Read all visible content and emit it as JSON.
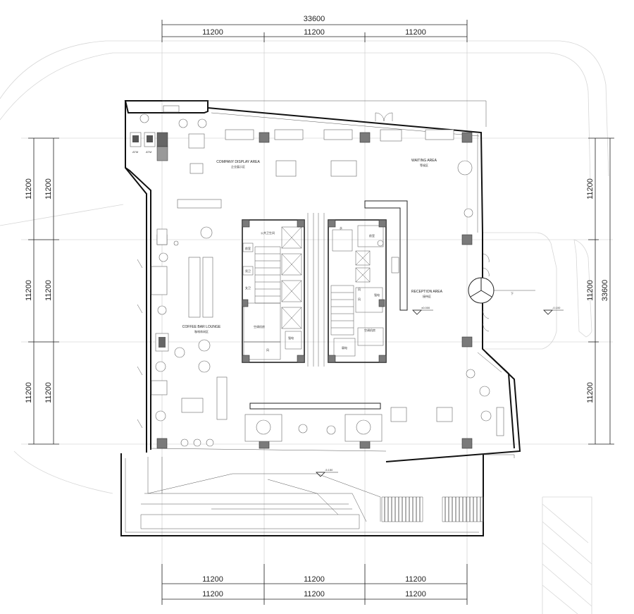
{
  "dimensions": {
    "top_total": "33600",
    "top_segments": [
      "11200",
      "11200",
      "11200"
    ],
    "bottom_segments_upper": [
      "11200",
      "11200",
      "11200"
    ],
    "bottom_segments_lower": [
      "11200",
      "11200",
      "11200"
    ],
    "left_segments": [
      "11200",
      "11200",
      "11200",
      "11200",
      "11200",
      "11200"
    ],
    "right_segments": [
      "11200",
      "11200",
      "11200"
    ],
    "right_total": "33600"
  },
  "rooms": {
    "company_display_en": "COMPANY DISPLAY AREA",
    "company_display_cn": "企业展示区",
    "waiting_en": "WAITING AREA",
    "waiting_cn": "等候区",
    "coffee_en": "COFFEE BAR LOUNGE",
    "coffee_cn": "咖啡休闲区",
    "reception_en": "RECEPTION AREA",
    "reception_cn": "接待区"
  },
  "levels": {
    "main": "±0.000",
    "entrance": "-0.100",
    "lower": "-5.150"
  },
  "labels": {
    "atm_1": "ATM",
    "atm_2": "ATM",
    "entry_arrow": "下",
    "core_left": [
      "公共卫生间",
      "前室",
      "男卫",
      "女卫",
      "空调机房",
      "风",
      "强电"
    ],
    "core_right": [
      "水",
      "前室",
      "空调机房",
      "风",
      "弱电",
      "风",
      "强电"
    ]
  }
}
